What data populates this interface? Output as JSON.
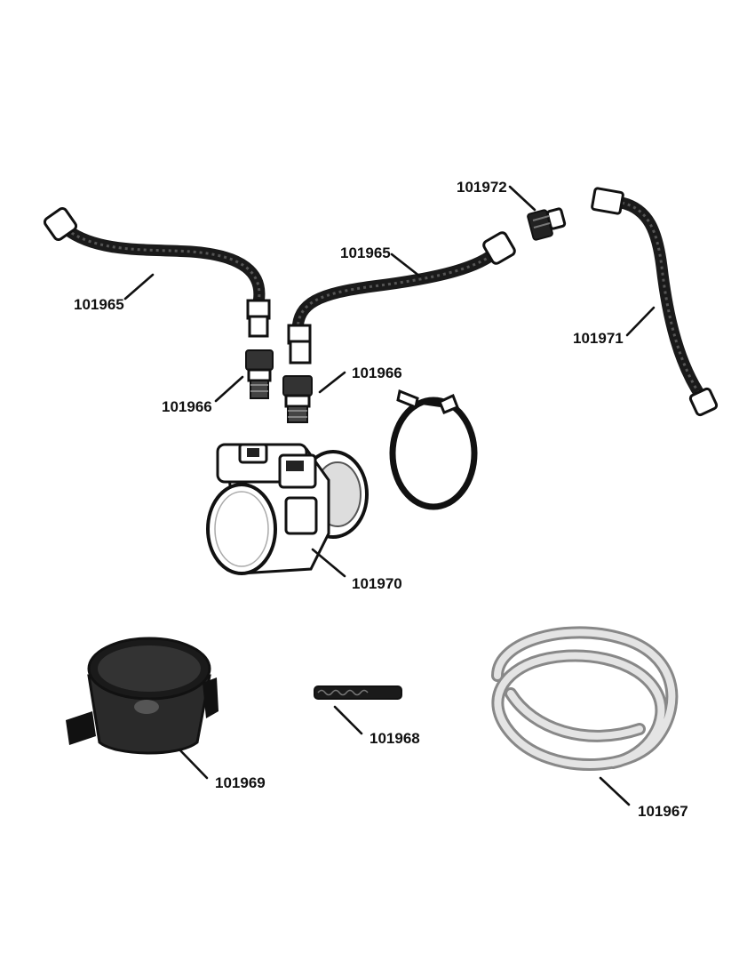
{
  "diagram": {
    "parts": [
      {
        "id": "hose-left",
        "label": "101965",
        "icon": "braided-hose"
      },
      {
        "id": "hose-middle",
        "label": "101965",
        "icon": "braided-hose"
      },
      {
        "id": "fitting-right",
        "label": "101972",
        "icon": "hose-fitting"
      },
      {
        "id": "hose-right",
        "label": "101971",
        "icon": "braided-hose"
      },
      {
        "id": "adapter-left",
        "label": "101966",
        "icon": "threaded-adapter"
      },
      {
        "id": "adapter-right",
        "label": "101966",
        "icon": "threaded-adapter"
      },
      {
        "id": "filter-housing",
        "label": "101970",
        "icon": "filter-housing"
      },
      {
        "id": "mount-bracket",
        "label": "",
        "icon": "band-clamp"
      },
      {
        "id": "filter-bowl",
        "label": "101969",
        "icon": "filter-bowl"
      },
      {
        "id": "short-tube",
        "label": "101968",
        "icon": "short-tube"
      },
      {
        "id": "coiled-hose",
        "label": "101967",
        "icon": "coiled-hose"
      }
    ]
  }
}
